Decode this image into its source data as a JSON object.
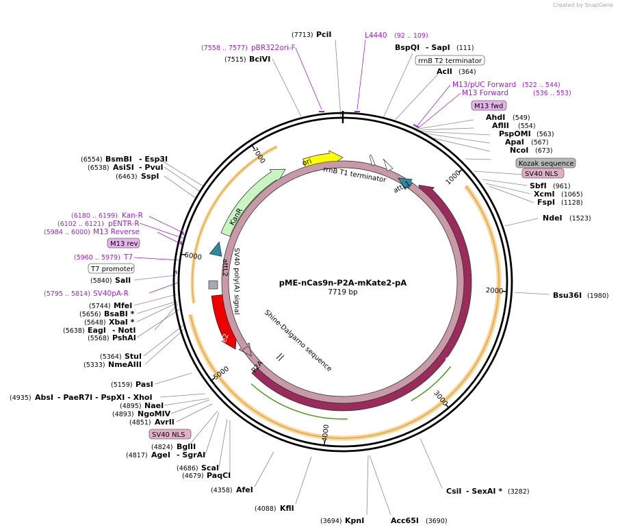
{
  "watermark": "Created by SnapGene",
  "plasmid": {
    "name": "pME-nCas9n-P2A-mKate2-pA",
    "length": "7719 bp"
  },
  "ring_ticks": [
    "1000",
    "2000",
    "3000",
    "4000",
    "5000",
    "6000",
    "7000"
  ],
  "enzymes_right": [
    {
      "name": "PciI",
      "pos": "(7713)",
      "pos_left": true
    },
    {
      "name": "BspQI",
      "extra": "SapI",
      "pos": "(111)"
    },
    {
      "name": "AclI",
      "pos": "(364)"
    },
    {
      "name": "AhdI",
      "pos": "(549)"
    },
    {
      "name": "AflII",
      "pos": "(554)"
    },
    {
      "name": "PspOMI",
      "pos": "(563)"
    },
    {
      "name": "ApaI",
      "pos": "(567)"
    },
    {
      "name": "NcoI",
      "pos": "(673)"
    },
    {
      "name": "SbfI",
      "pos": "(961)"
    },
    {
      "name": "XcmI",
      "pos": "(1065)"
    },
    {
      "name": "FspI",
      "pos": "(1128)"
    },
    {
      "name": "NdeI",
      "pos": "(1523)"
    },
    {
      "name": "Bsu36I",
      "pos": "(1980)"
    },
    {
      "name": "CsiI",
      "extra": "SexAI *",
      "pos": "(3282)"
    },
    {
      "name": "Acc65I",
      "pos": "(3690)"
    },
    {
      "name": "KpnI",
      "pos": "(3694)"
    },
    {
      "name": "KflI",
      "pos": "(4088)"
    },
    {
      "name": "AfeI",
      "pos": "(4358)"
    }
  ],
  "enzymes_left": [
    {
      "name": "BciVI",
      "pos": "(7515)"
    },
    {
      "name": "BsmBI",
      "extra": "Esp3I",
      "pos": "(6554)"
    },
    {
      "name": "AsiSI",
      "extra": "PvuI",
      "pos": "(6538)"
    },
    {
      "name": "SspI",
      "pos": "(6463)"
    },
    {
      "name": "SalI",
      "pos": "(5840)"
    },
    {
      "name": "MfeI",
      "pos": "(5744)"
    },
    {
      "name": "BsaBI *",
      "pos": "(5656)"
    },
    {
      "name": "XbaI *",
      "pos": "(5648)"
    },
    {
      "name": "EagI",
      "extra": "NotI",
      "pos": "(5638)"
    },
    {
      "name": "PshAI",
      "pos": "(5568)"
    },
    {
      "name": "StuI",
      "pos": "(5364)"
    },
    {
      "name": "NmeAIII",
      "pos": "(5333)"
    },
    {
      "name": "PasI",
      "pos": "(5159)"
    },
    {
      "name": "AbsI",
      "extra": "PaeR7I - PspXI - XhoI",
      "pos": "(4935)"
    },
    {
      "name": "NaeI",
      "pos": "(4895)"
    },
    {
      "name": "NgoMIV",
      "pos": "(4893)"
    },
    {
      "name": "AvrII",
      "pos": "(4851)"
    },
    {
      "name": "BglII",
      "pos": "(4824)"
    },
    {
      "name": "AgeI",
      "extra": "SgrAI",
      "pos": "(4817)"
    },
    {
      "name": "ScaI",
      "pos": "(4686)"
    },
    {
      "name": "PaqCI",
      "pos": "(4679)"
    }
  ],
  "primers": [
    {
      "name": "pBR322ori-F",
      "range": "(7558 .. 7577)"
    },
    {
      "name": "L4440",
      "range": "(92 .. 109)"
    },
    {
      "name": "M13/pUC Forward",
      "range": "(522 .. 544)"
    },
    {
      "name": "M13 Forward",
      "range": "(536 .. 553)"
    },
    {
      "name": "Kan-R",
      "range": "(6180 .. 6199)"
    },
    {
      "name": "pENTR-R",
      "range": "(6102 .. 6121)"
    },
    {
      "name": "M13 Reverse",
      "range": "(5984 .. 6000)"
    },
    {
      "name": "T7",
      "range": "(5960 .. 5979)"
    },
    {
      "name": "SV40pA-R",
      "range": "(5795 .. 5814)"
    }
  ],
  "boxed_features": {
    "rrnb_t2": "rrnB T2 terminator",
    "m13_fwd": "M13 fwd",
    "kozak": "Kozak sequence",
    "sv40_nls_top": "SV40 NLS",
    "m13_rev": "M13 rev",
    "t7_promoter": "T7 promoter",
    "sv40_nls_bottom": "SV40 NLS"
  },
  "inner_features": {
    "ori": "ori",
    "kanr": "KanR",
    "cas9": "Cas9",
    "mkate2": "mKate2",
    "p2a": "P2A",
    "rrnb_t1": "rrnB T1 terminator",
    "attl1": "attL1",
    "attl2": "attL2",
    "sv40_polya": "SV40 poly(A) signal",
    "shine_dalgarno": "Shine-Dalgarno sequence"
  },
  "colors": {
    "cas9": "#9a2c5c",
    "ori": "#ffff00",
    "kanr": "#c8f5c0",
    "mkate2": "#ee0000",
    "orf": "#e8a040",
    "orf_inner": "#4a9a10",
    "primer": "#a020d0",
    "attl": "#2a8aa0",
    "nls": "#e0b0c8",
    "kozak": "#b8b8b8"
  }
}
